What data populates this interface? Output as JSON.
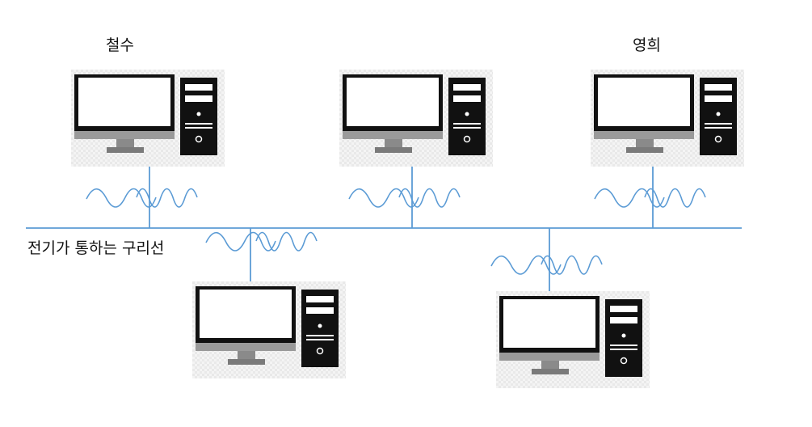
{
  "labels": {
    "person_a": "철수",
    "person_b": "영희",
    "wire": "전기가 통하는 구리선"
  },
  "colors": {
    "wire": "#5b9bd5",
    "wave": "#5b9bd5",
    "monitor_frame": "#111111",
    "monitor_stand": "#8a8a8a",
    "tower": "#111111",
    "computer_bg": "#eeeeee"
  },
  "computers": [
    {
      "id": "computer-1",
      "owner": "철수"
    },
    {
      "id": "computer-2",
      "owner": ""
    },
    {
      "id": "computer-3",
      "owner": "영희"
    },
    {
      "id": "computer-4",
      "owner": ""
    },
    {
      "id": "computer-5",
      "owner": ""
    }
  ],
  "icons": [
    "desktop-computer-icon",
    "signal-wave-icon"
  ]
}
